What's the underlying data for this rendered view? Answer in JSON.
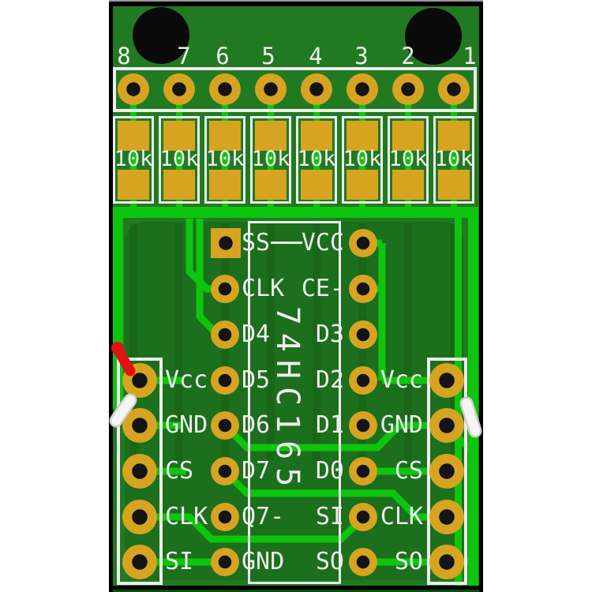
{
  "colors": {
    "background": "#ffffff",
    "board_substrate": "#217a21",
    "copper_pour": "#1c6f1c",
    "trace": "#0cc50c",
    "pad_gold": "#d7a422",
    "drill_hole": "#141414",
    "silkscreen": "#ededed",
    "board_edge": "#000000",
    "annotation_red": "#e31212",
    "annotation_white": "#f6f6f6"
  },
  "top_header": {
    "pin_numbers": [
      "8",
      "7",
      "6",
      "5",
      "4",
      "3",
      "2",
      "1"
    ]
  },
  "resistor_bank": {
    "value": "10k",
    "count": 8
  },
  "ic": {
    "name": "74HC165",
    "left_pins": [
      "SS",
      "CLK",
      "D4",
      "D5",
      "D6",
      "D7",
      "Q7-",
      "GND"
    ],
    "right_pins": [
      "VCC",
      "CE-",
      "D3",
      "D2",
      "D1",
      "D0",
      "SI",
      "SO"
    ]
  },
  "left_connector": {
    "pins": [
      "Vcc",
      "GND",
      "CS",
      "CLK",
      "SI"
    ]
  },
  "right_connector": {
    "pins": [
      "Vcc",
      "GND",
      "CS",
      "CLK",
      "SO"
    ]
  }
}
